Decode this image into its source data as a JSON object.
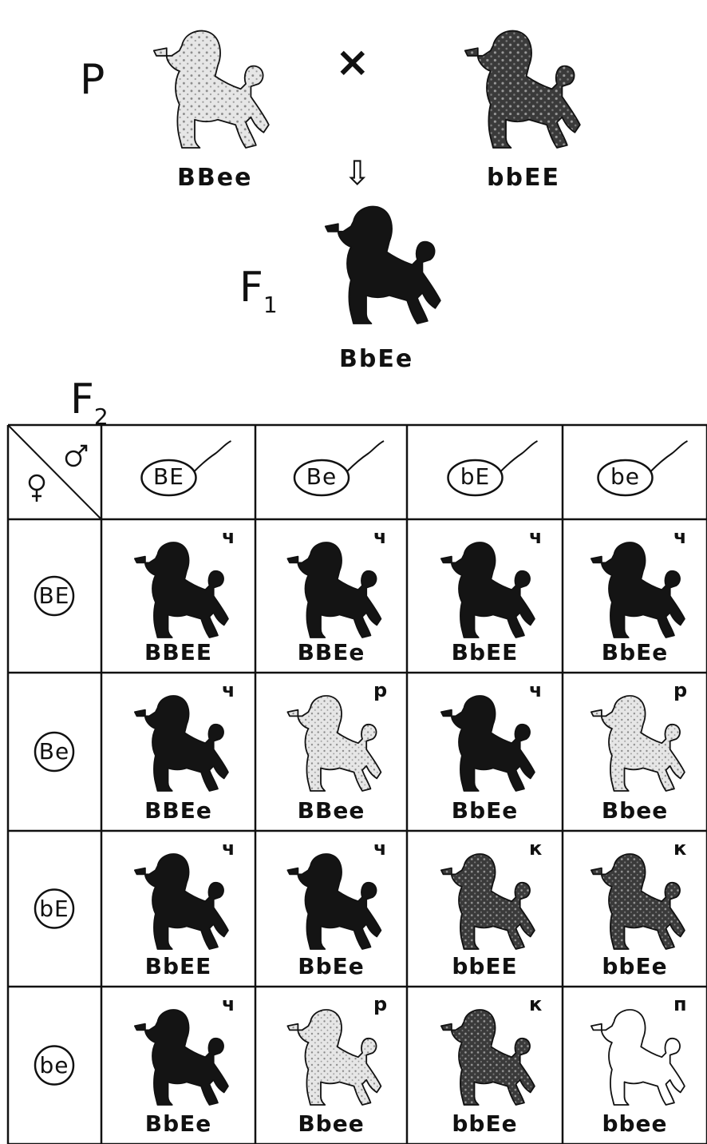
{
  "parents": {
    "label": "P",
    "left_genotype": "BBee",
    "right_genotype": "bbEE",
    "cross_symbol": "×"
  },
  "f1": {
    "label": "F",
    "label_sub": "1",
    "genotype": "BbEe"
  },
  "f2": {
    "label": "F",
    "label_sub": "2",
    "male_gametes": [
      "BE",
      "Be",
      "bE",
      "be"
    ],
    "female_gametes": [
      "BE",
      "Be",
      "bE",
      "be"
    ],
    "rows": [
      [
        {
          "genotype": "BBEE",
          "mark": "ч",
          "color": "black"
        },
        {
          "genotype": "BBEe",
          "mark": "ч",
          "color": "black"
        },
        {
          "genotype": "BbEE",
          "mark": "ч",
          "color": "black"
        },
        {
          "genotype": "BbEe",
          "mark": "ч",
          "color": "black"
        }
      ],
      [
        {
          "genotype": "BBEe",
          "mark": "ч",
          "color": "black"
        },
        {
          "genotype": "BBee",
          "mark": "р",
          "color": "light"
        },
        {
          "genotype": "BbEe",
          "mark": "ч",
          "color": "black"
        },
        {
          "genotype": "Bbee",
          "mark": "р",
          "color": "light"
        }
      ],
      [
        {
          "genotype": "BbEE",
          "mark": "ч",
          "color": "black"
        },
        {
          "genotype": "BbEe",
          "mark": "ч",
          "color": "black"
        },
        {
          "genotype": "bbEE",
          "mark": "к",
          "color": "dark"
        },
        {
          "genotype": "bbEe",
          "mark": "к",
          "color": "dark"
        }
      ],
      [
        {
          "genotype": "BbEe",
          "mark": "ч",
          "color": "black"
        },
        {
          "genotype": "Bbee",
          "mark": "р",
          "color": "light"
        },
        {
          "genotype": "bbEe",
          "mark": "к",
          "color": "dark"
        },
        {
          "genotype": "bbee",
          "mark": "п",
          "color": "white"
        }
      ]
    ]
  },
  "colors": {
    "black": "#141414",
    "dark": "#4a4a4a",
    "light": "#d6d6d6",
    "white": "#ffffff",
    "line": "#111111"
  }
}
